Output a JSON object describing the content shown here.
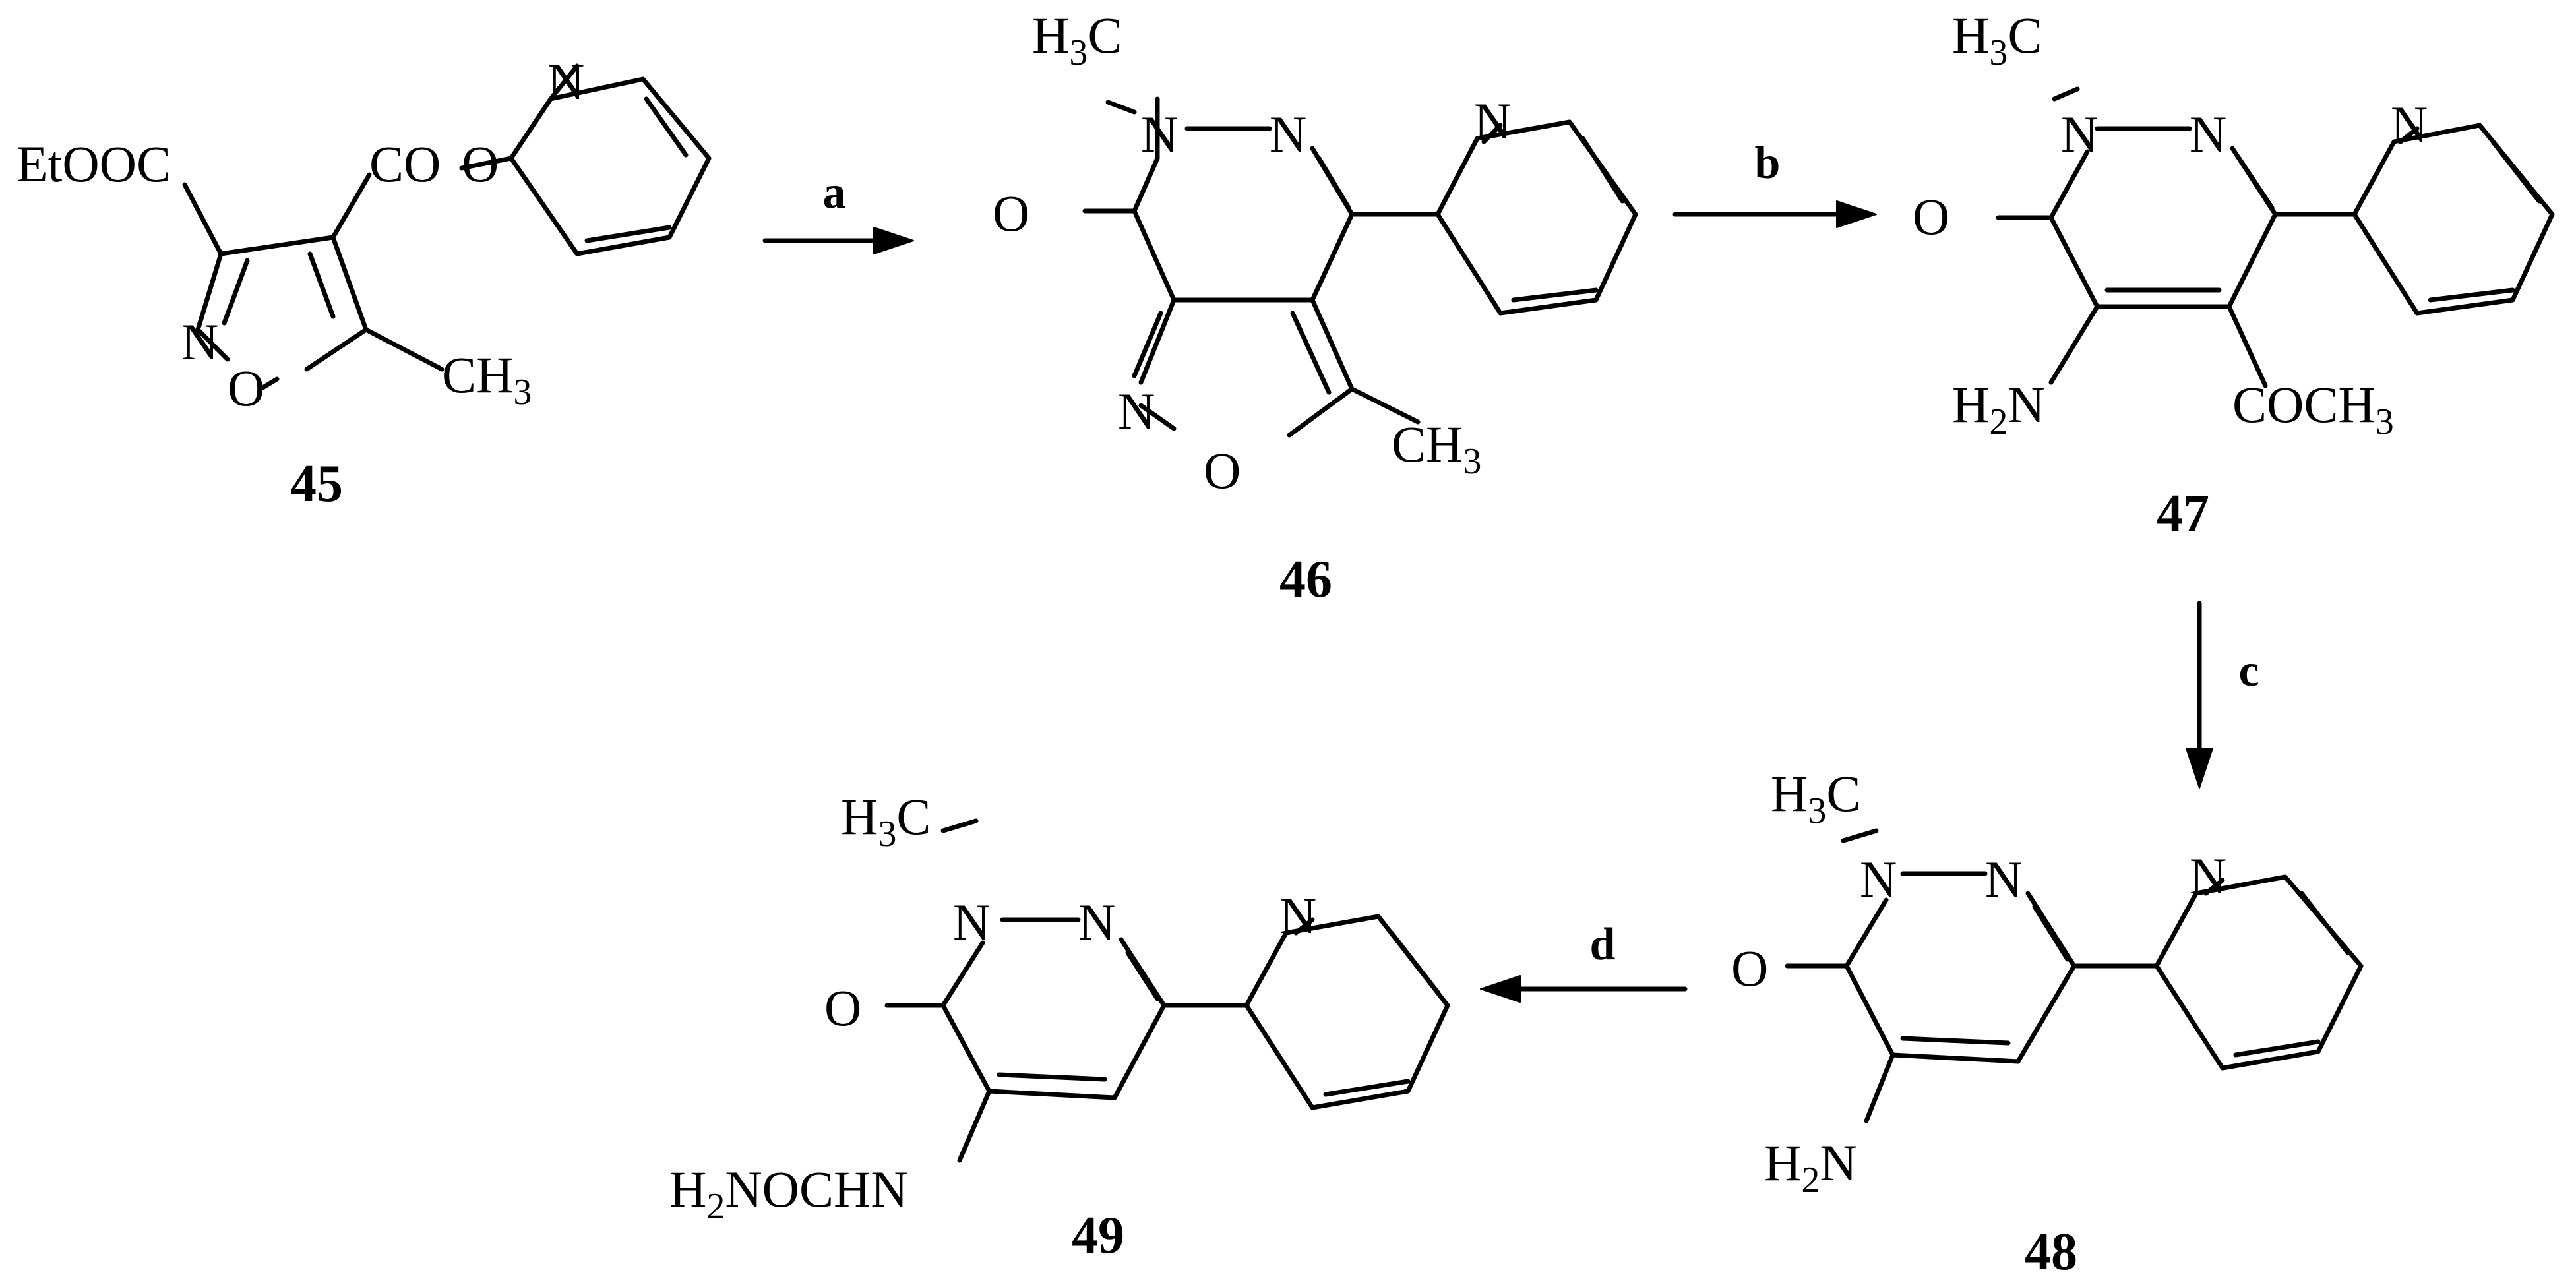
{
  "scheme": {
    "compounds": [
      {
        "id": "45",
        "label": "45"
      },
      {
        "id": "46",
        "label": "46"
      },
      {
        "id": "47",
        "label": "47"
      },
      {
        "id": "48",
        "label": "48"
      },
      {
        "id": "49",
        "label": "49"
      }
    ],
    "steps": [
      {
        "label": "a",
        "from": "45",
        "to": "46"
      },
      {
        "label": "b",
        "from": "46",
        "to": "47"
      },
      {
        "label": "c",
        "from": "47",
        "to": "48"
      },
      {
        "label": "d",
        "from": "48",
        "to": "49"
      }
    ],
    "atoms": {
      "N": "N",
      "O": "O",
      "H": "H",
      "C": "C",
      "EtOOC": "EtOOC",
      "CO": "CO",
      "COCH": "COCH",
      "NOCHN": "NOCHN",
      "CH": "CH",
      "sub2": "2",
      "sub3": "3"
    }
  }
}
